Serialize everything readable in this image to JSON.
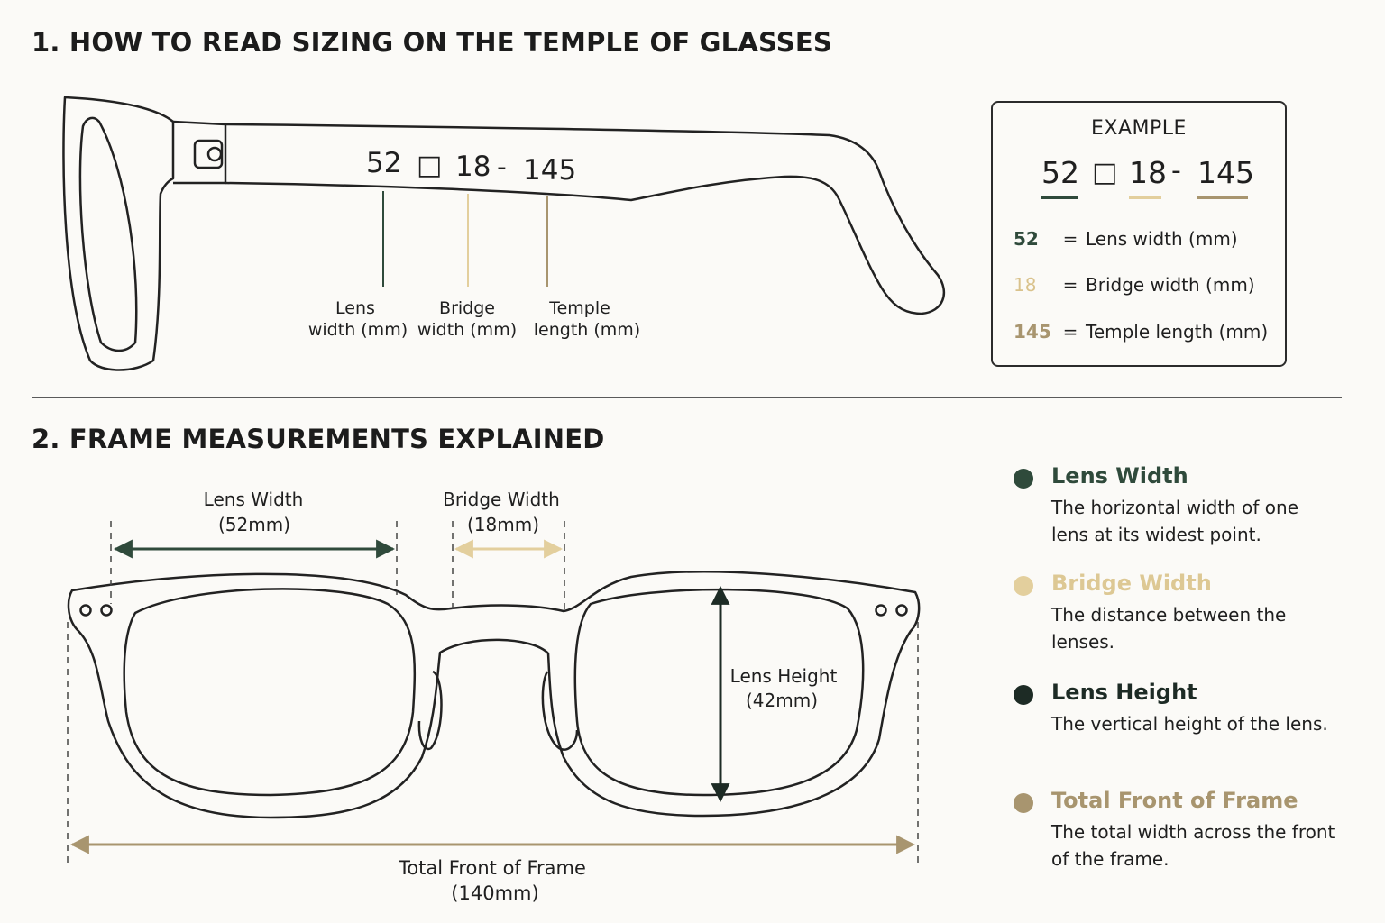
{
  "section1": {
    "title": "1. HOW TO READ SIZING ON THE TEMPLE OF GLASSES"
  },
  "section2": {
    "title": "2. FRAME MEASUREMENTS EXPLAINED"
  },
  "temple": {
    "code": {
      "lens": "52",
      "symbol": "□",
      "bridge": "18",
      "dash": "-",
      "temple": "145"
    },
    "labels": {
      "lens": [
        "Lens",
        "width (mm)"
      ],
      "bridge": [
        "Bridge",
        "width (mm)"
      ],
      "temple": [
        "Temple",
        "length (mm)"
      ]
    }
  },
  "example": {
    "title": "EXAMPLE",
    "code": {
      "lens": "52",
      "symbol": "□",
      "bridge": "18",
      "dash": "-",
      "temple": "145"
    },
    "rows": [
      {
        "num": "52",
        "eq": "=",
        "text": "Lens width (mm)"
      },
      {
        "num": "18",
        "eq": "=",
        "text": "Bridge width (mm)"
      },
      {
        "num": "145",
        "eq": "=",
        "text": "Temple length (mm)"
      }
    ]
  },
  "front": {
    "lens_width": [
      "Lens Width",
      "(52mm)"
    ],
    "bridge_width": [
      "Bridge Width",
      "(18mm)"
    ],
    "lens_height": [
      "Lens Height",
      "(42mm)"
    ],
    "total_front": [
      "Total Front of Frame",
      "(140mm)"
    ]
  },
  "legend": [
    {
      "name": "Lens Width",
      "desc": "The horizontal width of one lens at its widest point."
    },
    {
      "name": "Bridge Width",
      "desc": "The distance between the lenses."
    },
    {
      "name": "Lens Height",
      "desc": "The vertical height of the lens."
    },
    {
      "name": "Total Front of Frame",
      "desc": "The total width across the front of the frame."
    }
  ],
  "colors": {
    "lens": "#2f4a3b",
    "bridge": "#e3cf9d",
    "height": "#1d2b25",
    "total": "#a8956f",
    "line": "#222222"
  }
}
